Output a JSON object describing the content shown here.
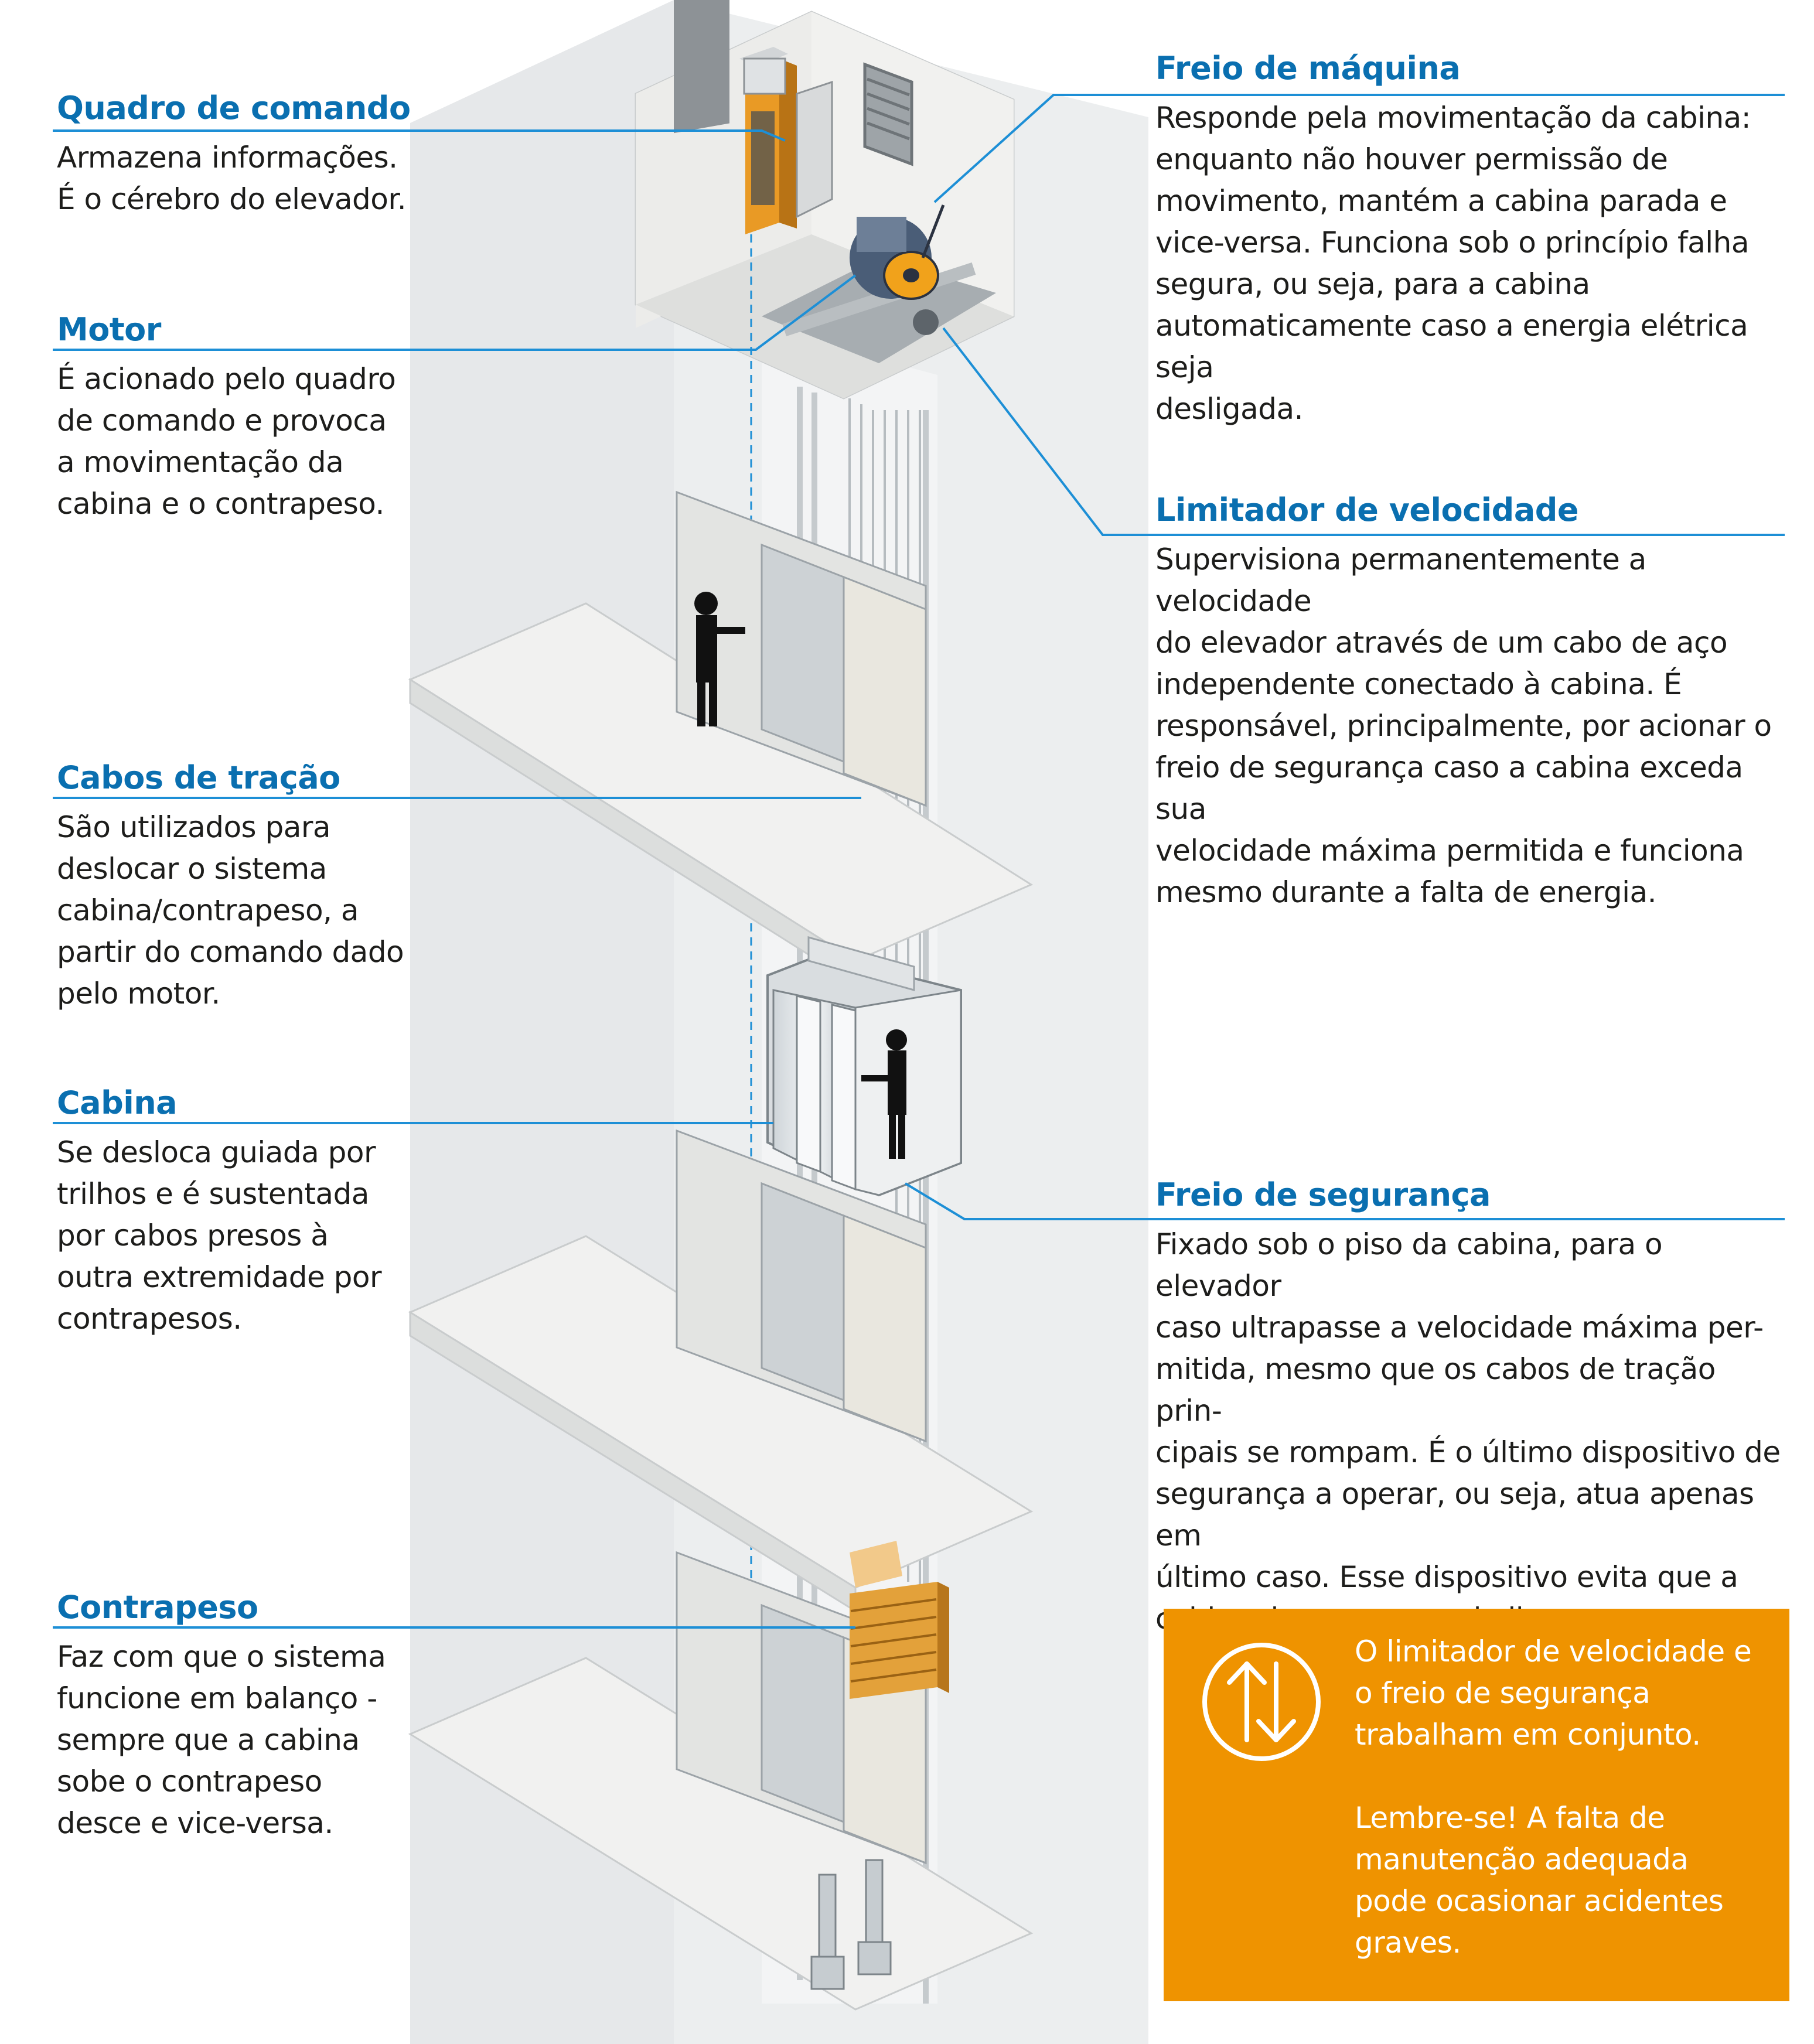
{
  "labels": {
    "quadro": {
      "title": "Quadro de comando",
      "text": "Armazena informações.\nÉ o cérebro do elevador."
    },
    "motor": {
      "title": "Motor",
      "text": "É acionado pelo quadro\nde comando e provoca\na movimentação da\ncabina e o contrapeso."
    },
    "cabos": {
      "title": "Cabos de tração",
      "text": "São utilizados para\ndeslocar o sistema\ncabina/contrapeso, a\npartir do comando dado\npelo motor."
    },
    "cabina": {
      "title": "Cabina",
      "text": "Se desloca guiada por\ntrilhos e é sustentada\npor cabos presos à\noutra extremidade por\ncontrapesos."
    },
    "contrapeso": {
      "title": "Contrapeso",
      "text": "Faz com que o sistema\nfuncione em balanço -\nsempre que a cabina\nsobe o contrapeso\ndesce e vice-versa."
    },
    "freio_maquina": {
      "title": "Freio de máquina",
      "text": "Responde pela movimentação da cabina:\nenquanto não houver permissão de\nmovimento, mantém a cabina parada e\nvice-versa. Funciona sob o princípio falha\nsegura, ou seja, para a cabina\nautomaticamente caso a energia elétrica seja\ndesligada."
    },
    "limitador": {
      "title": "Limitador de velocidade",
      "text": "Supervisiona permanentemente a velocidade\ndo elevador através de um cabo de aço\nindependente conectado à cabina. É\nresponsável, principalmente, por acionar o\nfreio de segurança caso a cabina exceda sua\nvelocidade máxima permitida e funciona\nmesmo durante a falta de energia."
    },
    "freio_seguranca": {
      "title": "Freio de segurança",
      "text": "Fixado sob o piso da cabina, para o elevador\ncaso ultrapasse a velocidade máxima per-\nmitida, mesmo que os cabos de tração prin-\ncipais se rompam. É o último dispositivo de\nsegurança a operar, ou seja, atua apenas em\núltimo caso. Esse dispositivo evita que a\ncabina desça em queda livre."
    }
  },
  "note": {
    "icon": "up-down-arrows-icon",
    "line1": "O limitador de velocidade e\no freio de segurança\ntrabalham em conjunto.",
    "line2": "Lembre-se! A falta de\nmanutenção adequada\npode ocasionar acidentes\ngraves."
  },
  "colors": {
    "title_blue": "#0a6fb0",
    "leader_blue": "#1d8fd6",
    "accent_orange": "#ef9300",
    "wall": "#e9ebec"
  }
}
